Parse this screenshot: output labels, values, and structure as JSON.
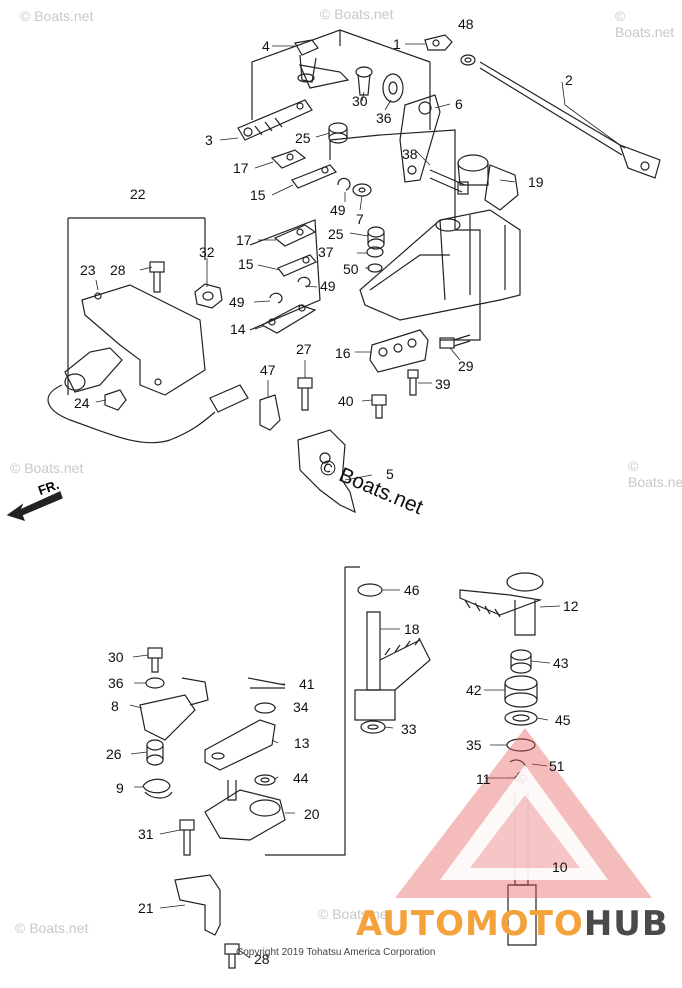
{
  "watermark_text": "© Boats.net",
  "stamp_text": "© Boats.net",
  "copyright": "Copyright 2019 Tohatsu America Corporation",
  "direction_label": "FR.",
  "brand": {
    "part1": "AUTOMOTO",
    "part2": "HUB"
  },
  "colors": {
    "triangle": "#e45050",
    "brand_orange": "#f4a23b",
    "brand_gray": "#4a4a4a",
    "line": "#222222"
  },
  "part_labels": {
    "p1": "1",
    "p2": "2",
    "p3": "3",
    "p4": "4",
    "p5": "5",
    "p6": "6",
    "p7": "7",
    "p8": "8",
    "p9": "9",
    "p10": "10",
    "p11": "11",
    "p12": "12",
    "p13": "13",
    "p14": "14",
    "p15a": "15",
    "p15b": "15",
    "p16": "16",
    "p17a": "17",
    "p17b": "17",
    "p18": "18",
    "p19": "19",
    "p20": "20",
    "p21": "21",
    "p22": "22",
    "p23": "23",
    "p24": "24",
    "p25a": "25",
    "p25b": "25",
    "p26": "26",
    "p27": "27",
    "p28a": "28",
    "p28b": "28",
    "p29": "29",
    "p30a": "30",
    "p30b": "30",
    "p31": "31",
    "p32": "32",
    "p33": "33",
    "p34": "34",
    "p35": "35",
    "p36a": "36",
    "p36b": "36",
    "p37": "37",
    "p38": "38",
    "p39": "39",
    "p40": "40",
    "p41": "41",
    "p42": "42",
    "p43": "43",
    "p44": "44",
    "p45": "45",
    "p46": "46",
    "p47": "47",
    "p48": "48",
    "p49a": "49",
    "p49b": "49",
    "p49c": "49",
    "p50": "50",
    "p51": "51"
  }
}
